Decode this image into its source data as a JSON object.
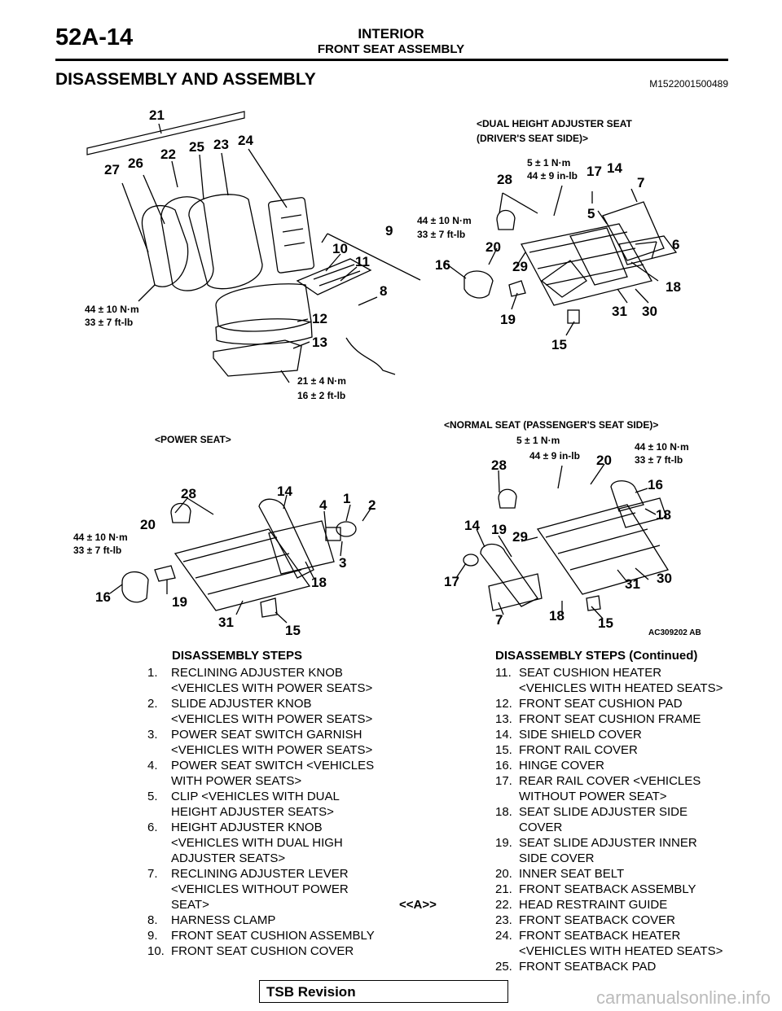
{
  "header": {
    "page_number": "52A-14",
    "section": "INTERIOR",
    "subsection": "FRONT SEAT ASSEMBLY"
  },
  "heading": "DISASSEMBLY AND ASSEMBLY",
  "doc_id": "M1522001500489",
  "figure": {
    "captions": {
      "dual_line1": "<DUAL HEIGHT ADJUSTER SEAT",
      "dual_line2": "(DRIVER'S SEAT SIDE)>",
      "power": "<POWER SEAT>",
      "normal": "<NORMAL SEAT (PASSENGER'S SEAT SIDE)>",
      "ref": "AC309202 AB"
    },
    "torques": {
      "t44nm": "44 ± 10 N·m",
      "t33ft": "33 ± 7 ft-lb",
      "t5nm": "5 ± 1 N·m",
      "t44in": "44 ± 9 in-lb",
      "t21nm": "21 ± 4 N·m",
      "t16ft": "16 ± 2 ft-lb"
    },
    "callouts": [
      "1",
      "2",
      "3",
      "4",
      "5",
      "6",
      "7",
      "8",
      "9",
      "10",
      "11",
      "12",
      "13",
      "14",
      "15",
      "16",
      "17",
      "18",
      "19",
      "20",
      "21",
      "22",
      "23",
      "24",
      "25",
      "26",
      "27",
      "28",
      "29",
      "30",
      "31"
    ]
  },
  "steps_left": {
    "title": "DISASSEMBLY STEPS",
    "items": [
      {
        "n": "1.",
        "lines": [
          "RECLINING ADJUSTER KNOB",
          "<VEHICLES WITH POWER SEATS>"
        ]
      },
      {
        "n": "2.",
        "lines": [
          "SLIDE ADJUSTER KNOB",
          "<VEHICLES WITH POWER SEATS>"
        ]
      },
      {
        "n": "3.",
        "lines": [
          "POWER SEAT SWITCH GARNISH",
          "<VEHICLES WITH POWER SEATS>"
        ]
      },
      {
        "n": "4.",
        "lines": [
          "POWER SEAT SWITCH <VEHICLES",
          "WITH POWER SEATS>"
        ]
      },
      {
        "n": "5.",
        "lines": [
          "CLIP <VEHICLES WITH DUAL",
          "HEIGHT ADJUSTER SEATS>"
        ]
      },
      {
        "n": "6.",
        "lines": [
          "HEIGHT ADJUSTER KNOB",
          "<VEHICLES WITH DUAL HIGH",
          "ADJUSTER SEATS>"
        ]
      },
      {
        "n": "7.",
        "lines": [
          "RECLINING ADJUSTER LEVER",
          "<VEHICLES WITHOUT POWER",
          "SEAT>"
        ]
      },
      {
        "n": "8.",
        "lines": [
          "HARNESS CLAMP"
        ]
      },
      {
        "n": "9.",
        "lines": [
          "FRONT SEAT CUSHION ASSEMBLY"
        ]
      },
      {
        "n": "10.",
        "lines": [
          "FRONT SEAT CUSHION COVER"
        ]
      }
    ]
  },
  "steps_right": {
    "title": "DISASSEMBLY STEPS (Continued)",
    "items": [
      {
        "n": "11.",
        "lines": [
          "SEAT CUSHION HEATER",
          "<VEHICLES WITH HEATED SEATS>"
        ]
      },
      {
        "n": "12.",
        "lines": [
          "FRONT SEAT CUSHION PAD"
        ]
      },
      {
        "n": "13.",
        "lines": [
          "FRONT SEAT CUSHION FRAME"
        ]
      },
      {
        "n": "14.",
        "lines": [
          "SIDE SHIELD COVER"
        ]
      },
      {
        "n": "15.",
        "lines": [
          "FRONT RAIL COVER"
        ]
      },
      {
        "n": "16.",
        "lines": [
          "HINGE COVER"
        ]
      },
      {
        "n": "17.",
        "lines": [
          "REAR RAIL COVER <VEHICLES",
          "WITHOUT POWER SEAT>"
        ]
      },
      {
        "n": "18.",
        "lines": [
          "SEAT SLIDE ADJUSTER SIDE",
          "COVER"
        ]
      },
      {
        "n": "19.",
        "lines": [
          "SEAT SLIDE ADJUSTER INNER",
          "SIDE COVER"
        ]
      },
      {
        "n": "20.",
        "lines": [
          "INNER SEAT BELT"
        ]
      },
      {
        "n": "21.",
        "lines": [
          "FRONT SEATBACK ASSEMBLY"
        ]
      },
      {
        "n": "22.",
        "lines": [
          "HEAD RESTRAINT GUIDE"
        ],
        "marker": "<<A>>"
      },
      {
        "n": "23.",
        "lines": [
          "FRONT SEATBACK COVER"
        ]
      },
      {
        "n": "24.",
        "lines": [
          "FRONT SEATBACK HEATER",
          "<VEHICLES WITH HEATED SEATS>"
        ]
      },
      {
        "n": "25.",
        "lines": [
          "FRONT SEATBACK PAD"
        ]
      }
    ]
  },
  "footer": {
    "tsb": "TSB Revision",
    "watermark": "carmanualsonline.info"
  }
}
